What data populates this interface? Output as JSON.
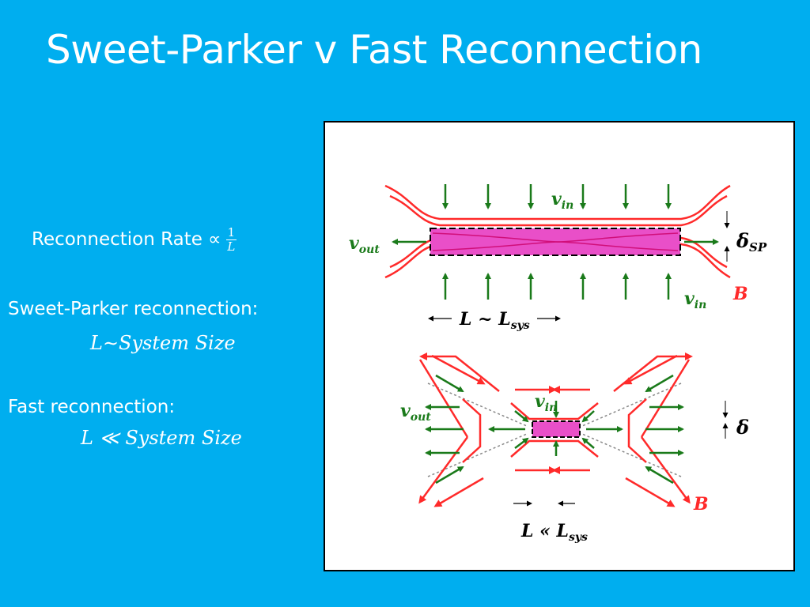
{
  "slide": {
    "title": "Sweet-Parker v Fast Reconnection",
    "rate_label": "Reconnection Rate ∝",
    "rate_numerator": "1",
    "rate_denominator": "L",
    "sweet_parker_label": "Sweet-Parker reconnection:",
    "sweet_parker_equation": "L∼System Size",
    "fast_label": "Fast reconnection:",
    "fast_equation": "L ≪ System Size"
  },
  "figure": {
    "top": {
      "v_in": "v",
      "v_in_sub": "in",
      "v_out": "v",
      "v_out_sub": "out",
      "delta": "δ",
      "delta_sub": "SP",
      "B": "B",
      "length": "L ~ L",
      "length_sub": "sys"
    },
    "bottom": {
      "v_in": "v",
      "v_in_sub": "in",
      "v_out": "v",
      "v_out_sub": "out",
      "delta": "δ",
      "B": "B",
      "length": "L « L",
      "length_sub": "sys"
    }
  },
  "colors": {
    "background": "#00aeef",
    "field_line": "#ff2a2a",
    "flow_arrow": "#1a7a1a",
    "diffusion_region": "#e94fc8"
  }
}
